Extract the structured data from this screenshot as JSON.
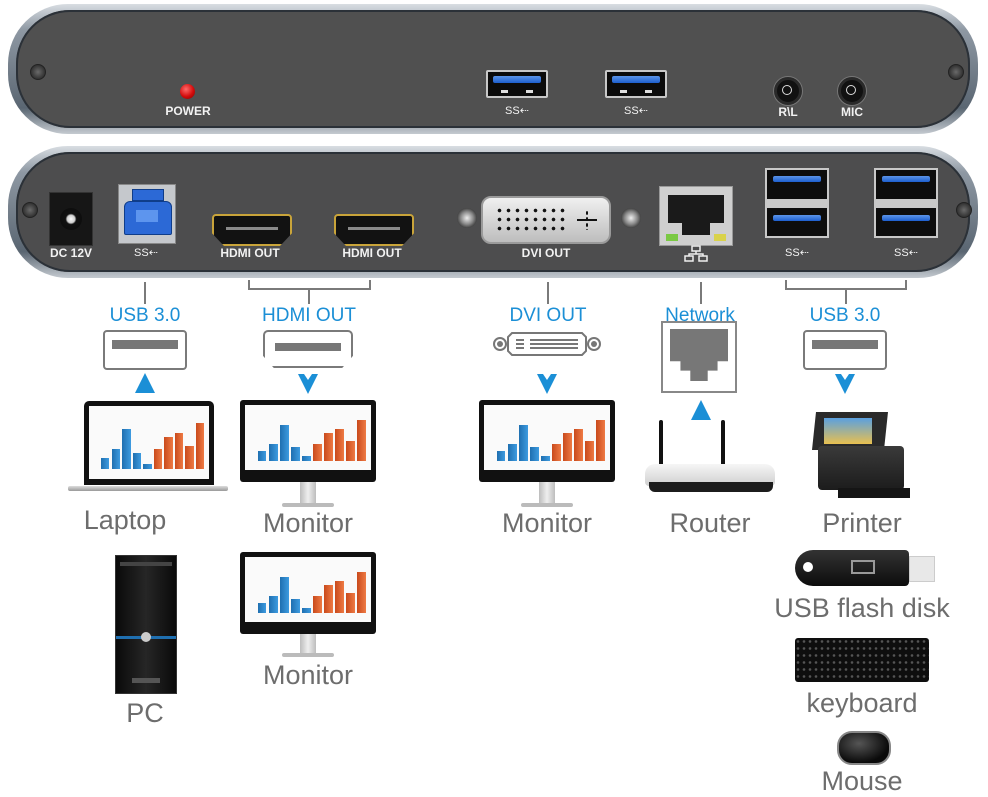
{
  "front_panel": {
    "power_label": "POWER",
    "usb_ports": [
      {
        "label": "SS⇠"
      },
      {
        "label": "SS⇠"
      }
    ],
    "audio_out_label": "R\\L",
    "mic_label": "MIC",
    "power_led_color": "#d40c0c"
  },
  "rear_panel": {
    "dc_label": "DC 12V",
    "usb_b_label": "SS⇠",
    "hdmi_ports": [
      {
        "label": "HDMI OUT"
      },
      {
        "label": "HDMI OUT"
      }
    ],
    "dvi_label": "DVI OUT",
    "network_icon": "network-icon",
    "usb_groups": [
      {
        "label": "SS⇠"
      },
      {
        "label": "SS⇠"
      }
    ]
  },
  "diagram": {
    "accent_color": "#1b8fd6",
    "connections": [
      {
        "port": "USB 3.0",
        "direction": "up",
        "devices": [
          "Laptop",
          "PC"
        ]
      },
      {
        "port": "HDMI OUT",
        "direction": "down",
        "devices": [
          "Monitor",
          "Monitor"
        ]
      },
      {
        "port": "DVI OUT",
        "direction": "down",
        "devices": [
          "Monitor"
        ]
      },
      {
        "port": "Network",
        "direction": "up",
        "devices": [
          "Router"
        ]
      },
      {
        "port": "USB 3.0",
        "direction": "down",
        "devices": [
          "Printer",
          "USB flash disk",
          "keyboard",
          "Mouse"
        ]
      }
    ]
  }
}
